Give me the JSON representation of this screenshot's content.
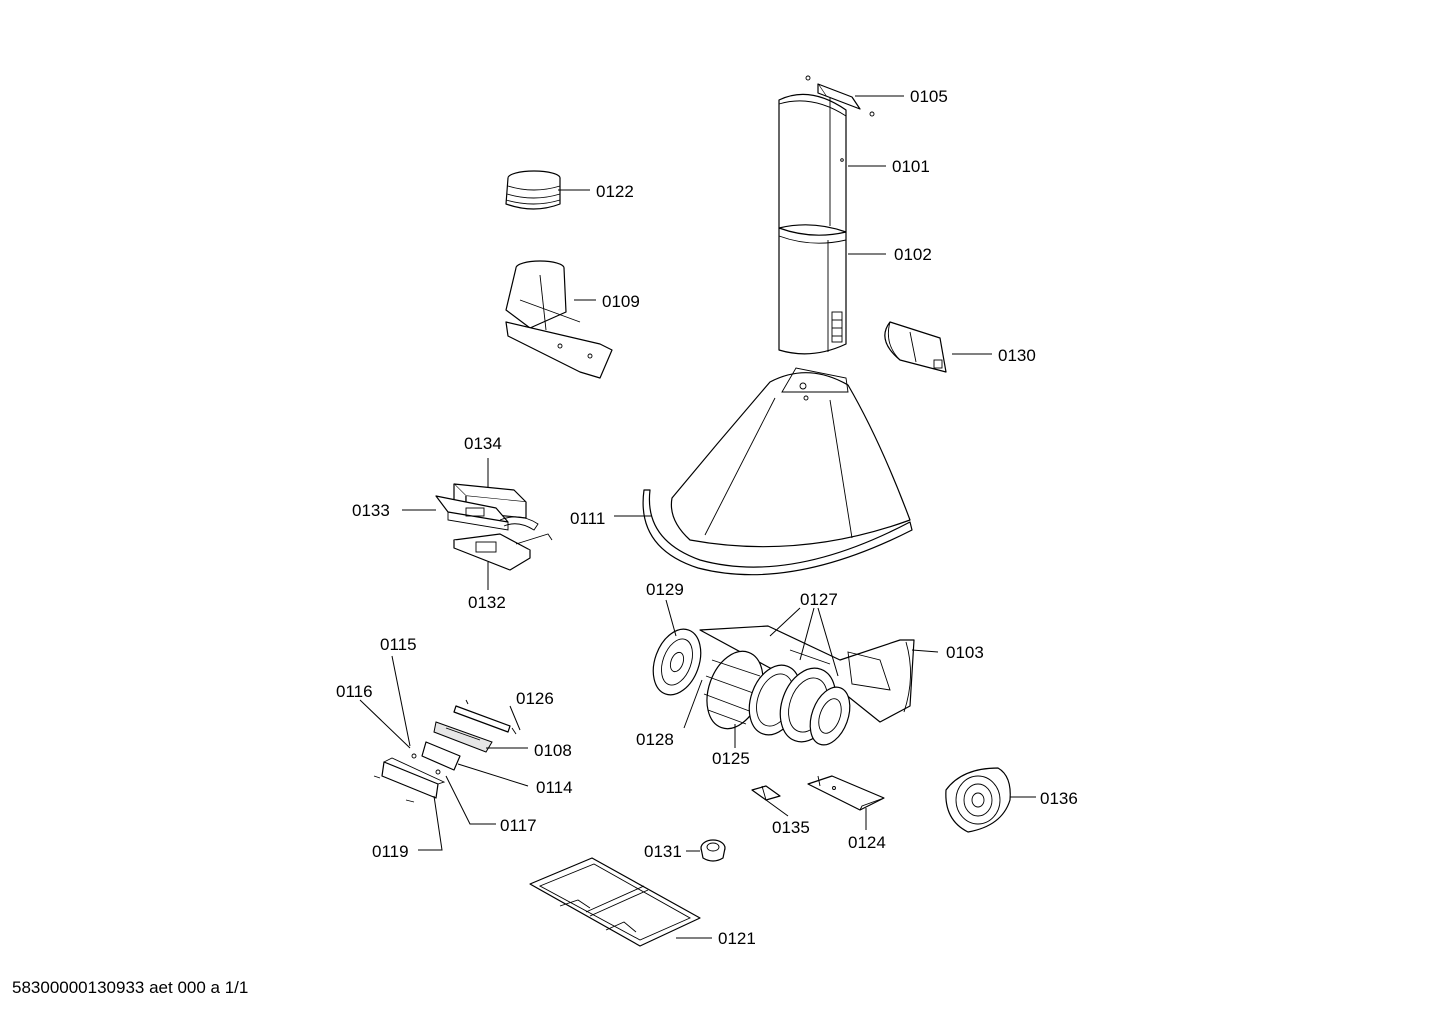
{
  "parts": {
    "p0101": "0101",
    "p0102": "0102",
    "p0103": "0103",
    "p0105": "0105",
    "p0108": "0108",
    "p0109": "0109",
    "p0111": "0111",
    "p0114": "0114",
    "p0115": "0115",
    "p0116": "0116",
    "p0117": "0117",
    "p0119": "0119",
    "p0121": "0121",
    "p0122": "0122",
    "p0124": "0124",
    "p0125": "0125",
    "p0126": "0126",
    "p0127": "0127",
    "p0128": "0128",
    "p0129": "0129",
    "p0130": "0130",
    "p0131": "0131",
    "p0132": "0132",
    "p0133": "0133",
    "p0134": "0134",
    "p0135": "0135",
    "p0136": "0136"
  },
  "footer": {
    "document_id": "58300000130933 aet 000 a 1/1"
  }
}
